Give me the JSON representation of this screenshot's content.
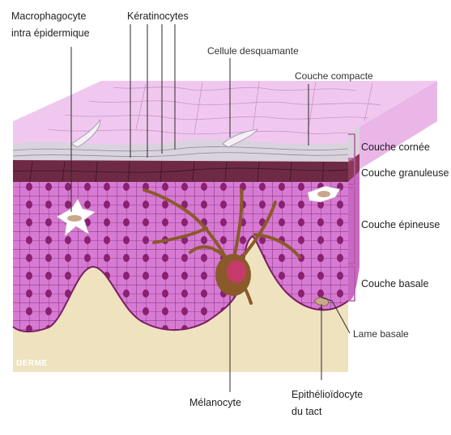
{
  "labels": {
    "macrophagocyte_line1": "Macrophagocyte",
    "macrophagocyte_line2": "intra épidermique",
    "keratinocytes": "Kératinocytes",
    "cellule_desquamante": "Cellule desquamante",
    "couche_compacte": "Couche compacte",
    "couche_cornee": "Couche cornée",
    "couche_granuleuse": "Couche granuleuse",
    "couche_epineuse": "Couche épineuse",
    "couche_basale": "Couche basale",
    "lame_basale": "Lame basale",
    "melanocyte": "Mélanocyte",
    "epithelioidocyte_line1": "Epithélioïdocyte",
    "epithelioidocyte_line2": "du tact",
    "dermis": "DERME"
  },
  "colors": {
    "stratum_corneum": "#f0c8ef",
    "granular_layer": "#6e2a44",
    "spinous_cells": "#d77ad3",
    "cell_nucleus": "#8a1f6f",
    "dermis": "#efe2bf",
    "melanocyte": "#8a5a2a",
    "bracket": "#b85aa6"
  }
}
